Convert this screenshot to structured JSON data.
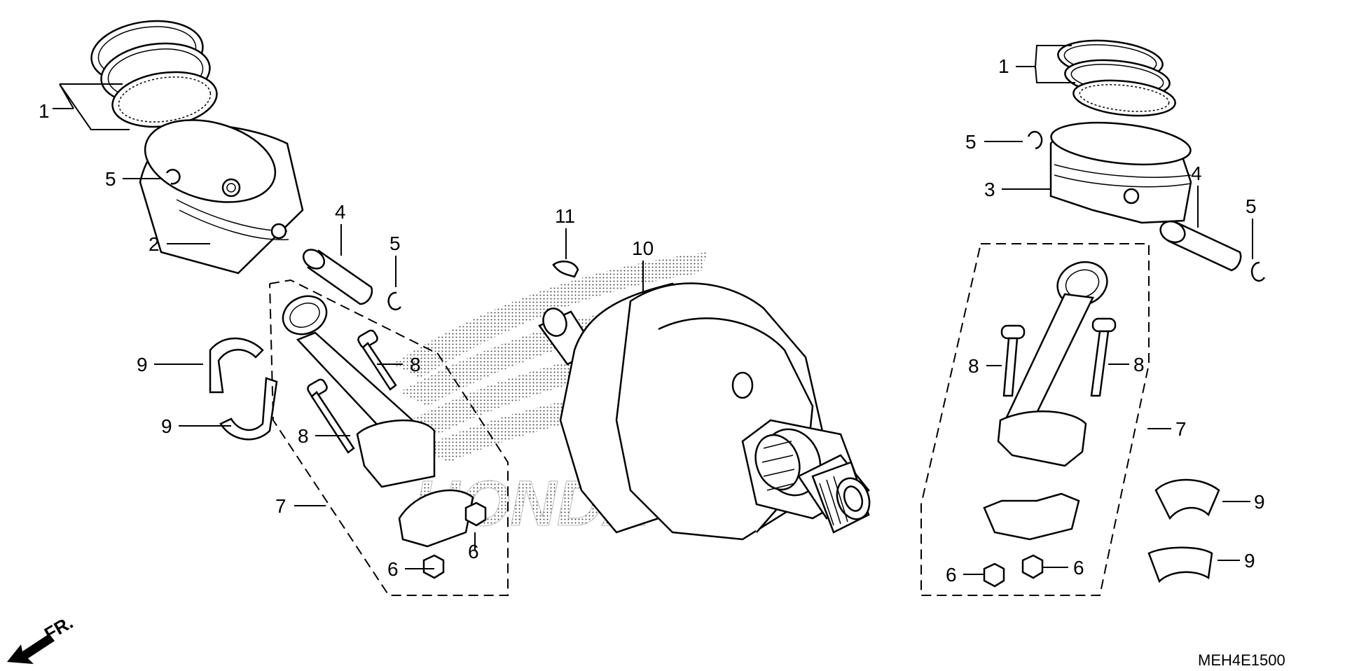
{
  "diagram": {
    "code": "MEH4E1500",
    "direction_label": "FR.",
    "watermark_text": "HONDA",
    "callouts": [
      {
        "id": "c1-left",
        "label": "1"
      },
      {
        "id": "c5-left-top",
        "label": "5"
      },
      {
        "id": "c2",
        "label": "2"
      },
      {
        "id": "c4-left",
        "label": "4"
      },
      {
        "id": "c5-left-pin",
        "label": "5"
      },
      {
        "id": "c9-left-a",
        "label": "9"
      },
      {
        "id": "c9-left-b",
        "label": "9"
      },
      {
        "id": "c8-left-a",
        "label": "8"
      },
      {
        "id": "c8-left-b",
        "label": "8"
      },
      {
        "id": "c7-left",
        "label": "7"
      },
      {
        "id": "c6-left-a",
        "label": "6"
      },
      {
        "id": "c6-left-b",
        "label": "6"
      },
      {
        "id": "c11",
        "label": "11"
      },
      {
        "id": "c10",
        "label": "10"
      },
      {
        "id": "c1-right",
        "label": "1"
      },
      {
        "id": "c5-right-top",
        "label": "5"
      },
      {
        "id": "c3",
        "label": "3"
      },
      {
        "id": "c4-right",
        "label": "4"
      },
      {
        "id": "c5-right-pin",
        "label": "5"
      },
      {
        "id": "c8-right-a",
        "label": "8"
      },
      {
        "id": "c8-right-b",
        "label": "8"
      },
      {
        "id": "c7-right",
        "label": "7"
      },
      {
        "id": "c9-right-a",
        "label": "9"
      },
      {
        "id": "c9-right-b",
        "label": "9"
      },
      {
        "id": "c6-right-a",
        "label": "6"
      },
      {
        "id": "c6-right-b",
        "label": "6"
      }
    ]
  }
}
